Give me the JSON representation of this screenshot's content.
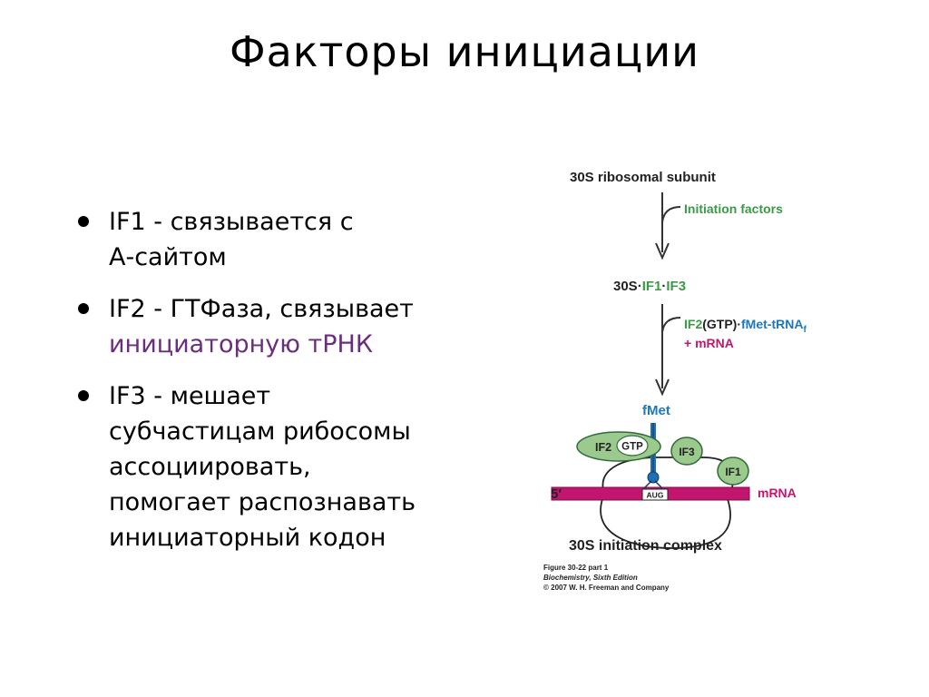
{
  "slide": {
    "title": "Факторы инициации",
    "bullets": [
      {
        "lines": [
          "IF1 - связывается с",
          "А-сайтом"
        ],
        "highlight": ""
      },
      {
        "lines": [
          "IF2 - ГТФаза, связывает"
        ],
        "highlight": "инициаторную тРНК"
      },
      {
        "lines": [
          "IF3 - мешает",
          "субчастицам рибосомы",
          "ассоциировать,",
          "помогает распознавать",
          "инициаторный кодон"
        ],
        "highlight": ""
      }
    ]
  },
  "diagram": {
    "top_label": "30S ribosomal subunit",
    "step1_label": "Initiation factors",
    "intermediate": {
      "s30": "30S",
      "dot1": "·",
      "if1": "IF1",
      "dot2": "·",
      "if3": "IF3"
    },
    "step2": {
      "if2": "IF2",
      "gtp": "(GTP)",
      "dot": "·",
      "fmet_trna": "fMet-tRNA",
      "sub_f": "f",
      "mrna": "+ mRNA"
    },
    "fmet_label": "fMet",
    "oval_if2": "IF2",
    "oval_gtp": "GTP",
    "oval_if3": "IF3",
    "oval_if1": "IF1",
    "prime5": "5′",
    "mrna_label": "mRNA",
    "aug": "AUG",
    "complex_label": "30S initiation complex",
    "caption": [
      "Figure 30-22 part 1",
      "Biochemistry, Sixth Edition",
      "© 2007 W. H. Freeman and Company"
    ],
    "colors": {
      "green_text": "#3a9a48",
      "blue_text": "#1e77b7",
      "magenta_text": "#c31670",
      "mrna_bar": "#c2156e",
      "oval_fill": "#9cc98d",
      "oval_stroke": "#2f6b38",
      "trna": "#1f6fb2"
    }
  }
}
